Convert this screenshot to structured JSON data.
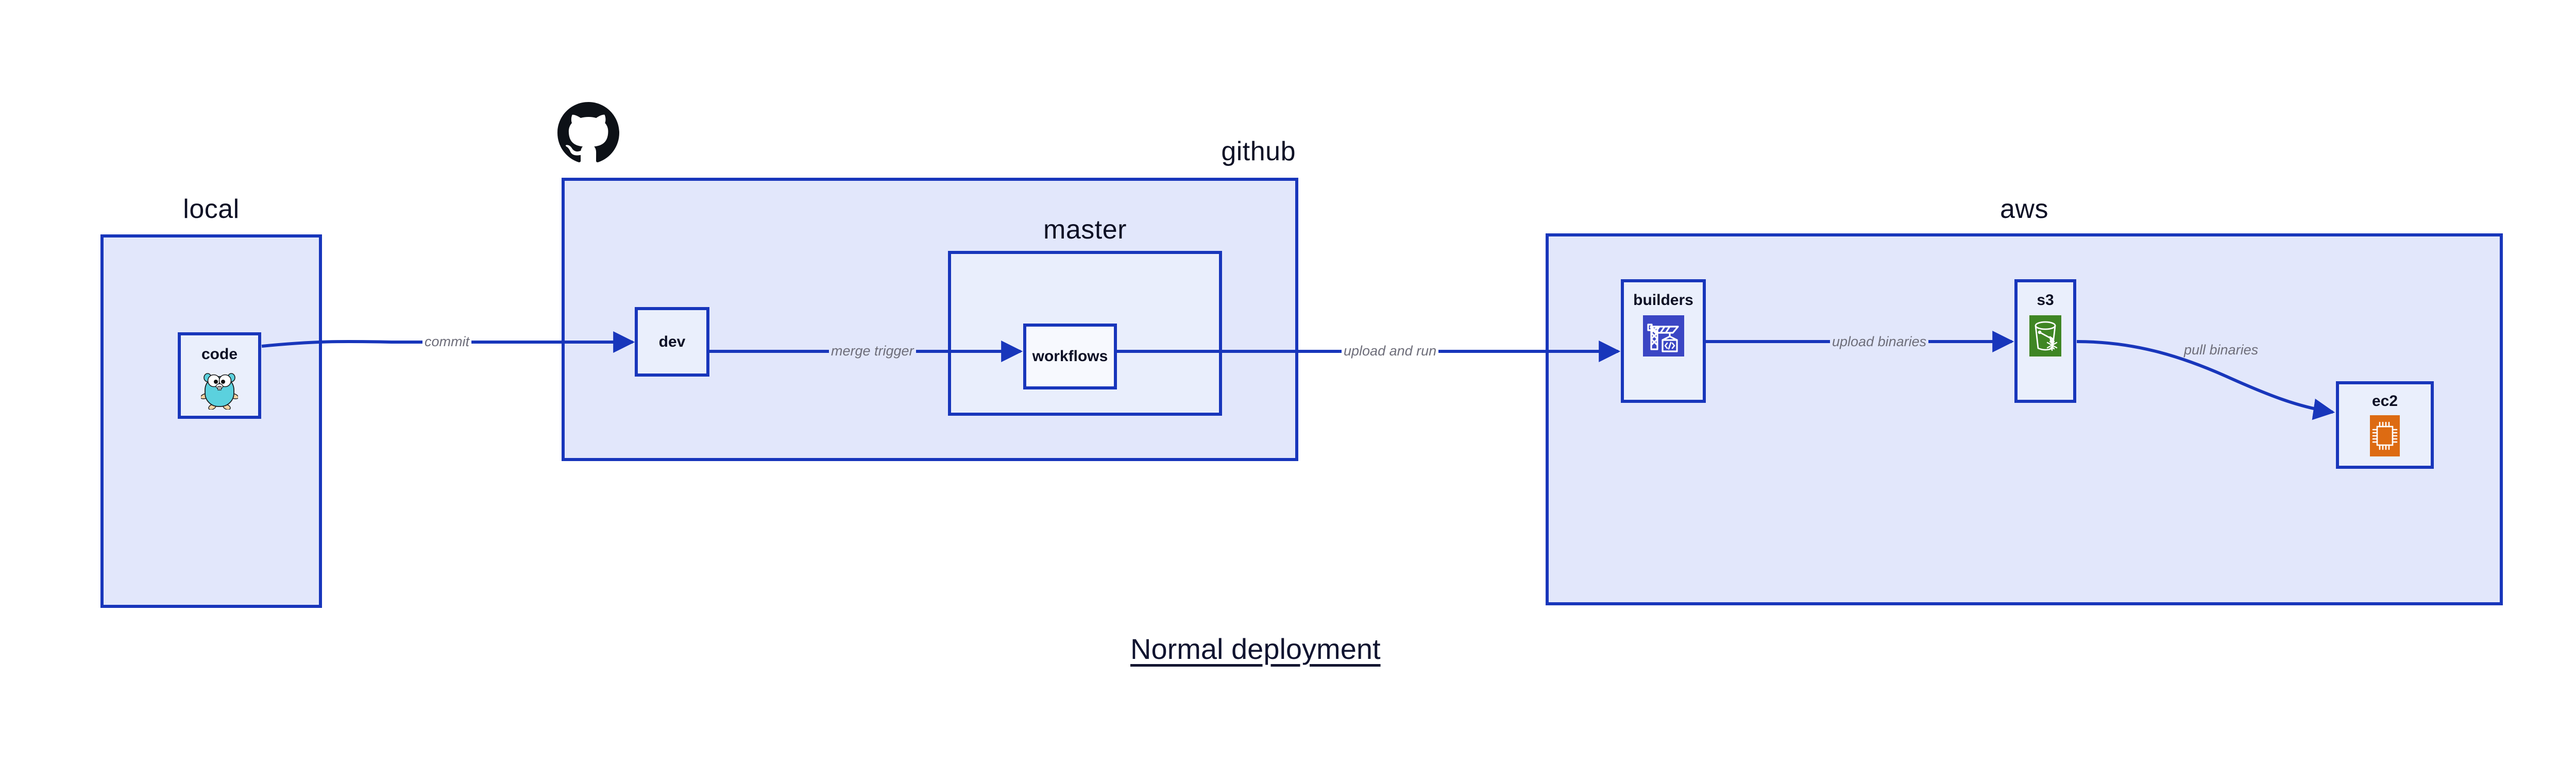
{
  "diagram": {
    "title": "Normal deployment",
    "type": "architecture-flow",
    "colors": {
      "group_fill": "#e2e7fb",
      "inner_group_fill": "#e9eefc",
      "node_fill": "#eaeffc",
      "node_fill_white": "#f7f9fe",
      "border": "#1836bb",
      "edge": "#1836bb",
      "edge_label": "#6e6e7a",
      "text": "#0d1025",
      "codebuild_icon": "#3b46c4",
      "s3_icon": "#3f8624",
      "ec2_icon": "#dd6b12",
      "gopher_body": "#5bd1de",
      "github_logo": "#0d1117"
    }
  },
  "groups": [
    {
      "id": "local",
      "label": "local",
      "label_align": "center"
    },
    {
      "id": "github",
      "label": "github",
      "label_align": "right"
    },
    {
      "id": "master",
      "label": "master",
      "label_align": "center"
    },
    {
      "id": "aws",
      "label": "aws",
      "label_align": "center"
    }
  ],
  "nodes": [
    {
      "id": "code",
      "label": "code",
      "icon": "go-gopher-icon",
      "group": "local"
    },
    {
      "id": "dev",
      "label": "dev",
      "icon": null,
      "group": "github"
    },
    {
      "id": "workflows",
      "label": "workflows",
      "icon": null,
      "group": "master"
    },
    {
      "id": "builders",
      "label": "builders",
      "icon": "aws-codebuild-icon",
      "group": "aws"
    },
    {
      "id": "s3",
      "label": "s3",
      "icon": "aws-s3-glacier-icon",
      "group": "aws"
    },
    {
      "id": "ec2",
      "label": "ec2",
      "icon": "aws-ec2-icon",
      "group": "aws"
    }
  ],
  "edges": [
    {
      "id": "code-to-dev",
      "from": "code",
      "to": "dev",
      "label": "commit"
    },
    {
      "id": "dev-to-workflows",
      "from": "dev",
      "to": "workflows",
      "label": "merge trigger"
    },
    {
      "id": "workflows-to-builders",
      "from": "workflows",
      "to": "builders",
      "label": "upload and run"
    },
    {
      "id": "builders-to-s3",
      "from": "builders",
      "to": "s3",
      "label": "upload binaries"
    },
    {
      "id": "s3-to-ec2",
      "from": "s3",
      "to": "ec2",
      "label": "pull binaries"
    }
  ],
  "logos": [
    {
      "id": "github-logo",
      "name": "github-octocat-logo"
    }
  ]
}
